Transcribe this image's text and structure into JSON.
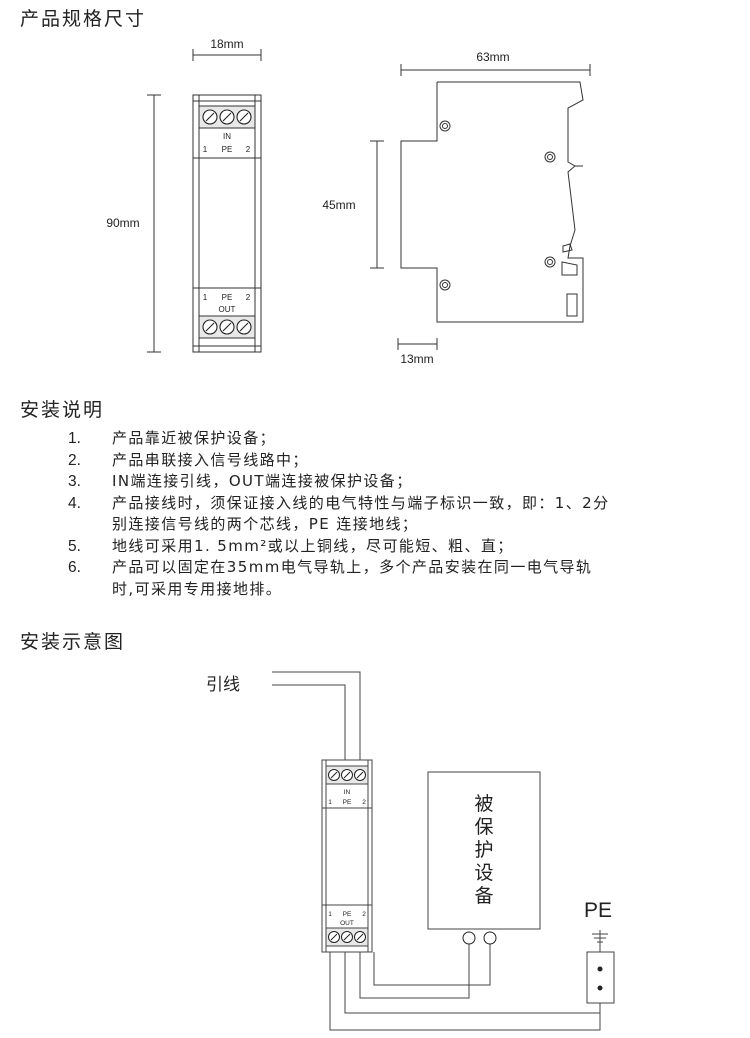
{
  "sections": {
    "dimensions_title": "产品规格尺寸",
    "install_title": "安装说明",
    "diagram_title": "安装示意图"
  },
  "front_view": {
    "width_label": "18mm",
    "height_label": "90mm",
    "in_label": "IN",
    "out_label": "OUT",
    "pin1": "1",
    "pin_pe": "PE",
    "pin2": "2"
  },
  "side_view": {
    "width_label": "63mm",
    "height_label": "45mm",
    "bottom_label": "13mm"
  },
  "instructions": [
    {
      "num": "1.",
      "text": "产品靠近被保护设备；"
    },
    {
      "num": "2.",
      "text": "产品串联接入信号线路中；"
    },
    {
      "num": "3.",
      "text": "IN端连接引线，OUT端连接被保护设备；"
    },
    {
      "num": "4.",
      "text": "产品接线时，须保证接入线的电气特性与端子标识一致，即：1、2分\n别连接信号线的两个芯线，PE 连接地线；"
    },
    {
      "num": "5.",
      "text": "地线可采用1. 5mm²或以上铜线，尽可能短、粗、直；"
    },
    {
      "num": "6.",
      "text": "产品可以固定在35mm电气导轨上，多个产品安装在同一电气导轨\n时,可采用专用接地排。"
    }
  ],
  "diagram": {
    "lead_label": "引线",
    "device_chars": [
      "被",
      "保",
      "护",
      "设",
      "备"
    ],
    "pe_label": "PE",
    "in_label": "IN",
    "out_label": "OUT",
    "pin1": "1",
    "pin_pe": "PE",
    "pin2": "2"
  }
}
